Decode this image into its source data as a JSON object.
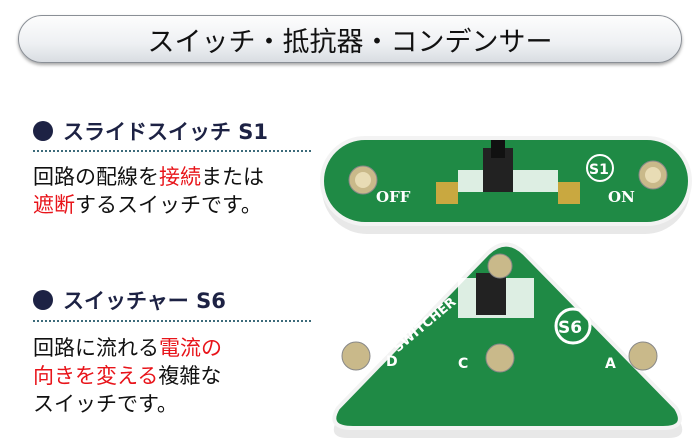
{
  "banner": {
    "title": "スイッチ・抵抗器・コンデンサー"
  },
  "s1": {
    "heading": "スライドスイッチ S1",
    "text": [
      "回路の配線を",
      "接続",
      "または",
      "遮断",
      "するスイッチです。"
    ],
    "board": {
      "label_off": "OFF",
      "label_on": "ON",
      "badge": "S1"
    }
  },
  "s6": {
    "heading": "スイッチャー S6",
    "text": [
      "回路に流れる",
      "電流の",
      "向きを変える",
      "複雑な",
      "スイッチです。"
    ],
    "board": {
      "name": "SWITCHER",
      "badge": "S6",
      "terminals": [
        "D",
        "C",
        "A"
      ]
    }
  },
  "colors": {
    "board": "#1f8a45",
    "heading": "#1d2244",
    "highlight": "#e8141a"
  }
}
